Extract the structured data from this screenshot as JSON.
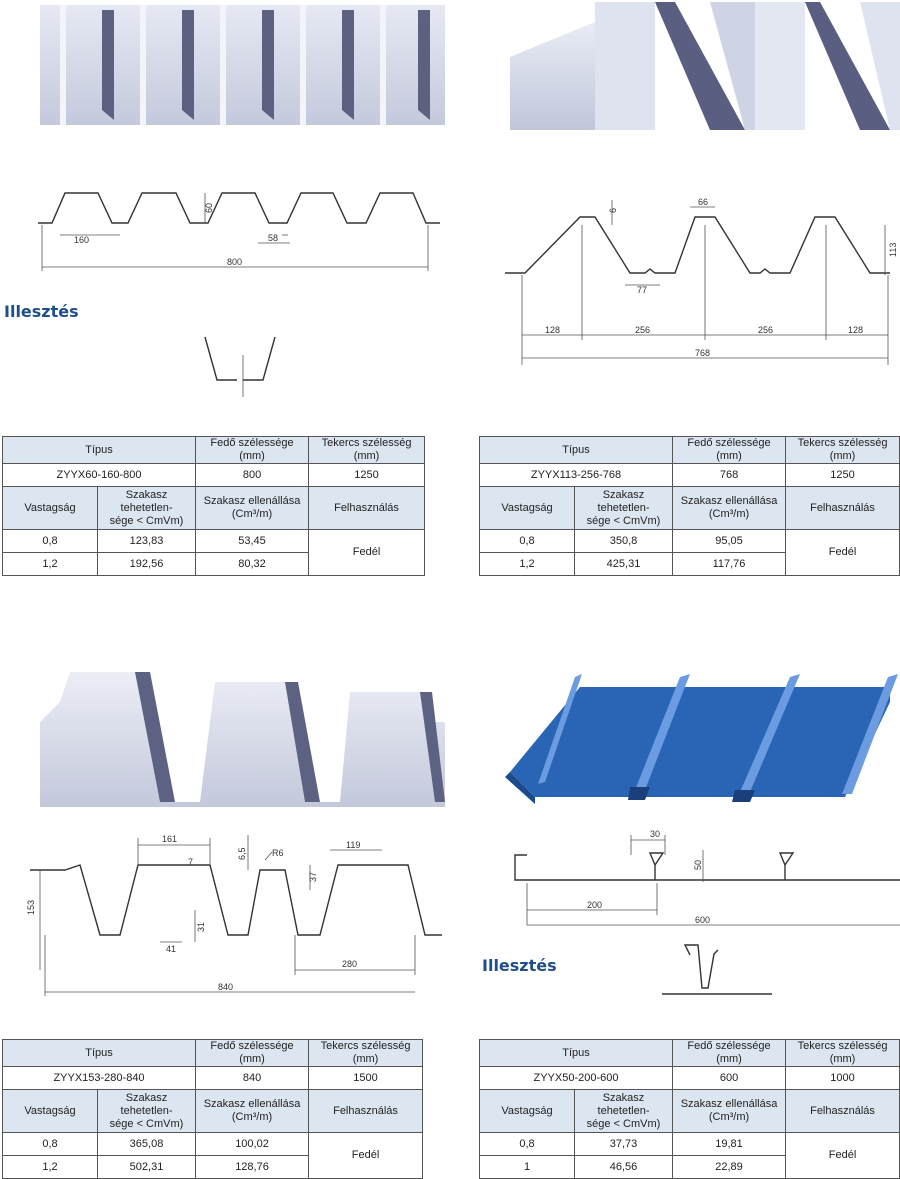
{
  "colors": {
    "heading": "#1f4e8c",
    "table_header": "#dce6f1",
    "steel": "#c9cfe0",
    "blue_panel": "#2a64b4"
  },
  "illesztes_label": "Illesztés",
  "header_labels": {
    "tipus": "Típus",
    "fedo": "Fedő szélessége (mm)",
    "tekercs": "Tekercs szélesség (mm)",
    "vastagsag": "Vastagság",
    "szakasz_teh_1": "Szakasz tehetetlen-",
    "szakasz_teh_2": "sége < CmVm)",
    "szakasz_ell_1": "Szakasz ellenállása",
    "szakasz_ell_2": "(Cm³/m)",
    "felhasznalas": "Felhasználás"
  },
  "panels": [
    {
      "dims": {
        "a": "160",
        "b": "60",
        "c": "58",
        "d": "800"
      },
      "table": {
        "type": "ZYYX60-160-800",
        "fedo": "800",
        "tekercs": "1250",
        "usage": "Fedél",
        "rows": [
          {
            "v": "0,8",
            "i": "123,83",
            "r": "53,45"
          },
          {
            "v": "1,2",
            "i": "192,56",
            "r": "80,32"
          }
        ]
      }
    },
    {
      "dims": {
        "a": "6",
        "b": "66",
        "c": "113",
        "d": "77",
        "e": "128",
        "f": "256",
        "g": "256",
        "h": "128",
        "i": "768"
      },
      "table": {
        "type": "ZYYX113-256-768",
        "fedo": "768",
        "tekercs": "1250",
        "usage": "Fedél",
        "rows": [
          {
            "v": "0,8",
            "i": "350,8",
            "r": "95,05"
          },
          {
            "v": "1,2",
            "i": "425,31",
            "r": "117,76"
          }
        ]
      }
    },
    {
      "dims": {
        "a": "161",
        "b": "6,5",
        "c": "R6",
        "d": "119",
        "e": "7",
        "f": "37",
        "g": "153",
        "h": "31",
        "i": "41",
        "j": "280",
        "k": "840"
      },
      "table": {
        "type": "ZYYX153-280-840",
        "fedo": "840",
        "tekercs": "1500",
        "usage": "Fedél",
        "rows": [
          {
            "v": "0,8",
            "i": "365,08",
            "r": "100,02"
          },
          {
            "v": "1,2",
            "i": "502,31",
            "r": "128,76"
          }
        ]
      }
    },
    {
      "dims": {
        "a": "30",
        "b": "50",
        "c": "200",
        "d": "600"
      },
      "table": {
        "type": "ZYYX50-200-600",
        "fedo": "600",
        "tekercs": "1000",
        "usage": "Fedél",
        "rows": [
          {
            "v": "0,8",
            "i": "37,73",
            "r": "19,81"
          },
          {
            "v": "1",
            "i": "46,56",
            "r": "22,89"
          }
        ]
      }
    }
  ]
}
